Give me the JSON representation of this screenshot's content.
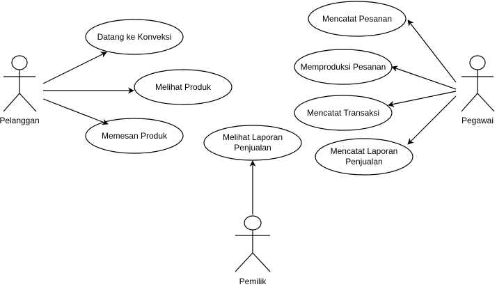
{
  "diagram": {
    "type": "use-case",
    "colors": {
      "stroke": "#000000",
      "fill": "#ffffff",
      "text": "#000000"
    },
    "actors": {
      "pelanggan": {
        "label": "Pelanggan"
      },
      "pemilik": {
        "label": "Pemilik"
      },
      "pegawai": {
        "label": "Pegawai"
      }
    },
    "use_cases": {
      "datang_ke_konveksi": {
        "label": "Datang ke Konveksi"
      },
      "melihat_produk": {
        "label": "Melihat Produk"
      },
      "memesan_produk": {
        "label": "Memesan Produk"
      },
      "melihat_laporan_penjualan": {
        "line1": "Melihat Laporan",
        "line2": "Penjualan"
      },
      "mencatat_pesanan": {
        "label": "Mencatat Pesanan"
      },
      "memproduksi_pesanan": {
        "label": "Memproduksi Pesanan"
      },
      "mencatat_transaksi": {
        "label": "Mencatat Transaksi"
      },
      "mencatat_laporan_penjualan": {
        "line1": "Mencatat Laporan",
        "line2": "Penjualan"
      }
    },
    "associations": [
      {
        "from": "pelanggan",
        "to": "datang_ke_konveksi"
      },
      {
        "from": "pelanggan",
        "to": "melihat_produk"
      },
      {
        "from": "pelanggan",
        "to": "memesan_produk"
      },
      {
        "from": "pemilik",
        "to": "melihat_laporan_penjualan"
      },
      {
        "from": "pegawai",
        "to": "mencatat_pesanan"
      },
      {
        "from": "pegawai",
        "to": "memproduksi_pesanan"
      },
      {
        "from": "pegawai",
        "to": "mencatat_transaksi"
      },
      {
        "from": "pegawai",
        "to": "mencatat_laporan_penjualan"
      }
    ]
  }
}
